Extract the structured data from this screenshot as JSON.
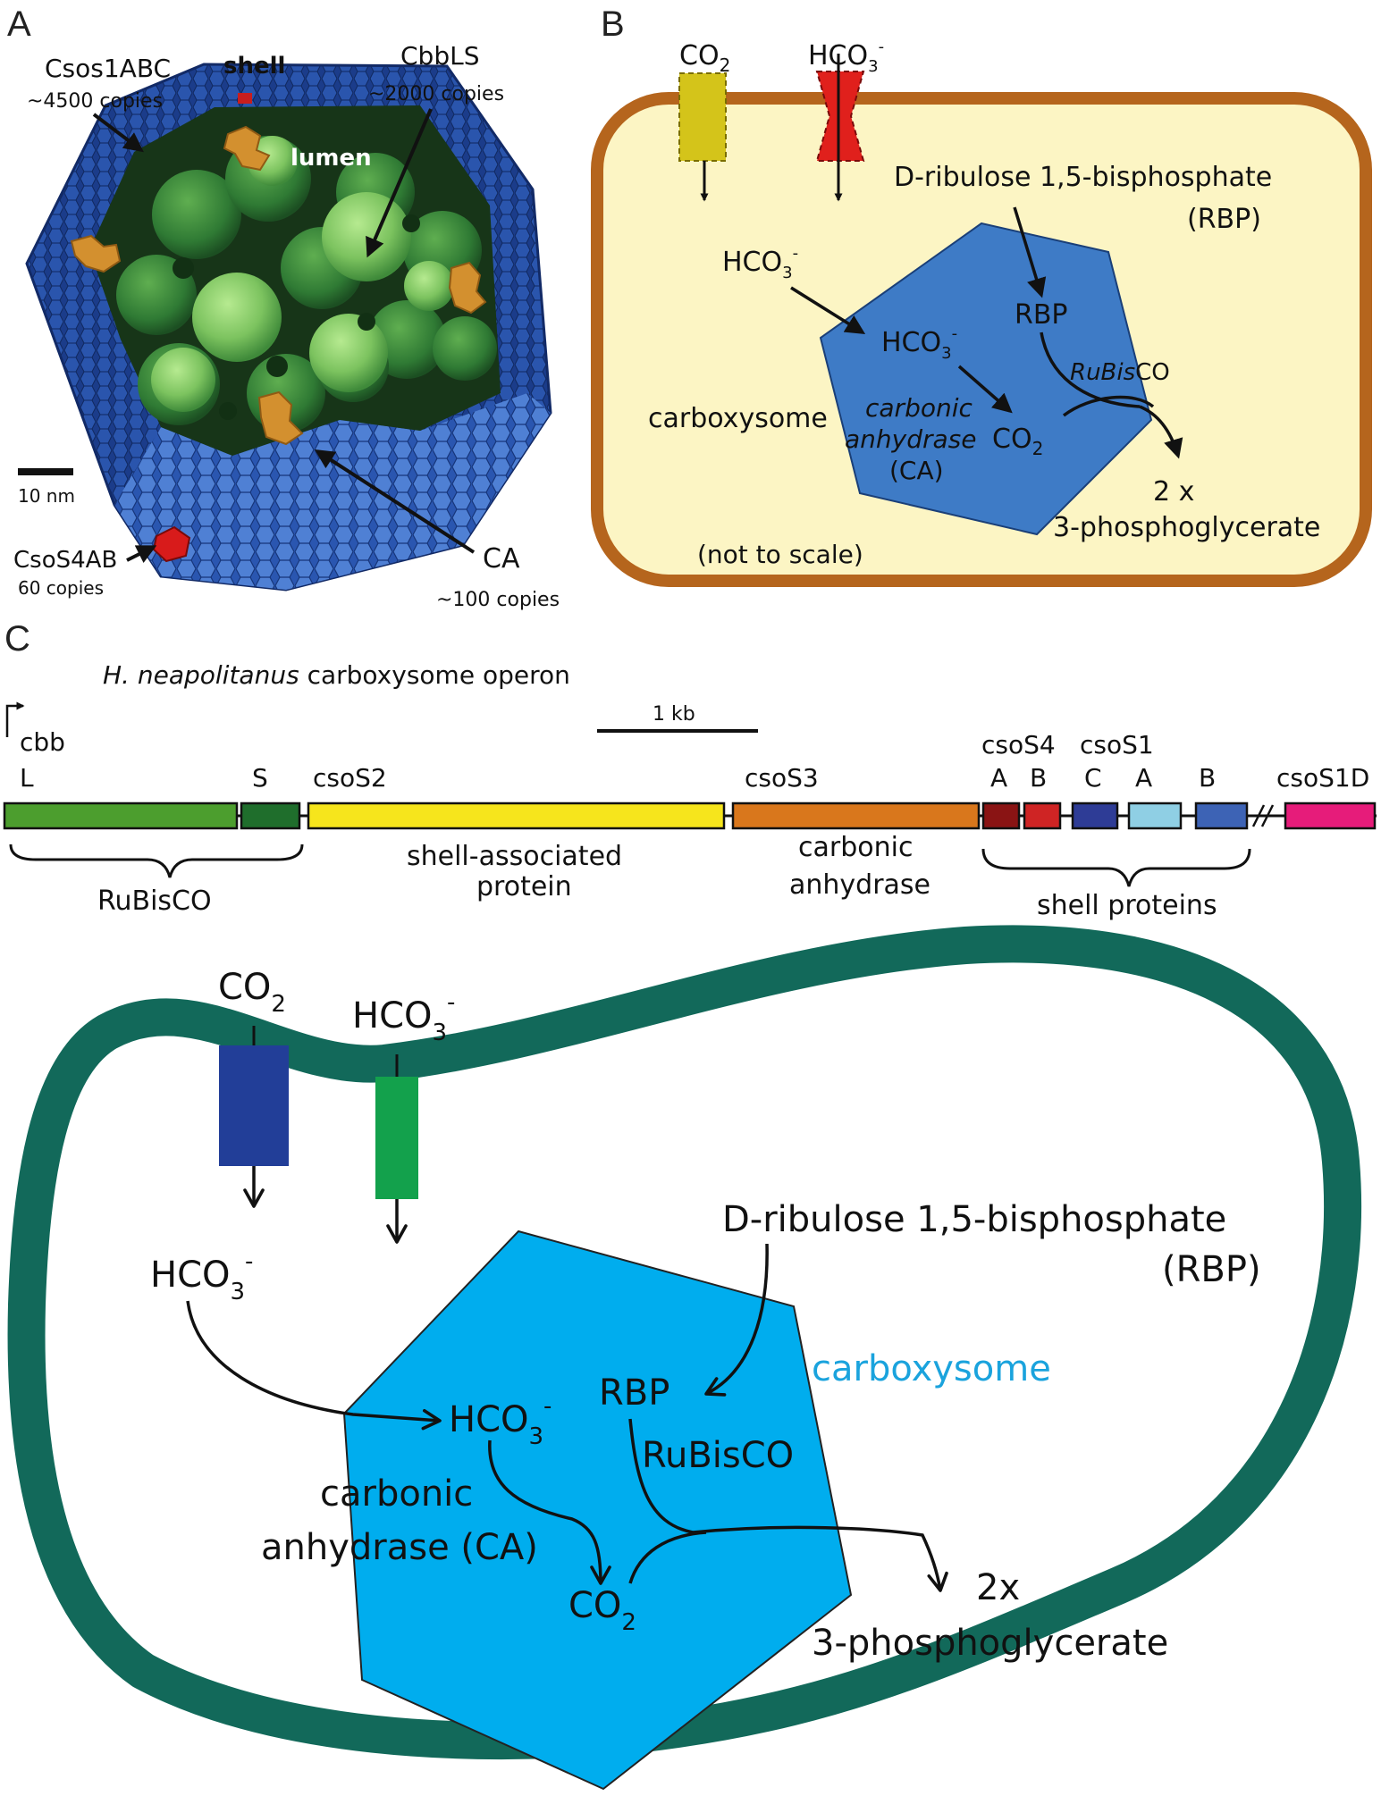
{
  "panels": {
    "a": "A",
    "b": "B",
    "c": "C"
  },
  "panel_a": {
    "shell_protein": "Csos1ABC",
    "shell_protein_copies": "~4500 copies",
    "shell": "shell",
    "lumen": "lumen",
    "rubisco": "CbbLS",
    "rubisco_copies": "~2000 copies",
    "scale": "10 nm",
    "vertex": "CsoS4AB",
    "vertex_copies": "60 copies",
    "ca": "CA",
    "ca_copies": "~100 copies",
    "colors": {
      "shell_dark": "#1c3f8f",
      "shell_light": "#4a78cc",
      "rubisco_dark": "#2f7a34",
      "rubisco_light": "#8dd06e",
      "ca": "#d3902f",
      "vertex": "#d81b1b"
    }
  },
  "panel_b": {
    "co2_base": "CO",
    "co2_sub": "2",
    "hco3_base": "HCO",
    "hco3_sub": "3",
    "hco3_sup": "-",
    "rbp_full": "D-ribulose 1,5-bisphosphate",
    "rbp_abbr": "(RBP)",
    "rbp": "RBP",
    "rubisco_italic": "RuBis",
    "rubisco_plain": "CO",
    "carboxysome": "carboxysome",
    "ca_line1": "carbonic",
    "ca_line2": "anhydrase",
    "ca_abbr": "(CA)",
    "product_count": "2 x",
    "product": "3-phosphoglycerate",
    "scale_note": "(not to scale)",
    "colors": {
      "membrane": "#b5651d",
      "cytoplasm": "#fcf5c4",
      "carboxysome": "#3e7bc6",
      "co2_transporter": "#d4c41a",
      "hco3_transporter": "#e0201c"
    }
  },
  "panel_c": {
    "title_species": "H. neapolitanus",
    "title_rest": " carboxysome operon",
    "promoter": "cbb",
    "scale_bar": "1 kb",
    "genes": [
      {
        "label": "L",
        "color": "#4c9e2e"
      },
      {
        "label": "S",
        "color": "#1f6e2c"
      },
      {
        "label": "csoS2",
        "color": "#f6e51c"
      },
      {
        "label": "csoS3",
        "color": "#d9771c"
      },
      {
        "label": "A",
        "color": "#8a1414"
      },
      {
        "label": "B",
        "color": "#cf2424"
      },
      {
        "label": "C",
        "color": "#2e3c96"
      },
      {
        "label": "A",
        "color": "#8fcfe4"
      },
      {
        "label": "B",
        "color": "#3d63b5"
      },
      {
        "label": "csoS1D",
        "color": "#e61c7a"
      }
    ],
    "group_csoS4": "csoS4",
    "group_csoS1": "csoS1",
    "bracket_rubisco": "RuBisCO",
    "bracket_shell_assoc_1": "shell-associated",
    "bracket_shell_assoc_2": "protein",
    "bracket_ca_1": "carbonic",
    "bracket_ca_2": "anhydrase",
    "bracket_shell": "shell proteins"
  },
  "panel_d": {
    "co2_base": "CO",
    "co2_sub": "2",
    "hco3_base": "HCO",
    "hco3_sub": "3",
    "hco3_sup": "-",
    "rbp_full": "D-ribulose 1,5-bisphosphate",
    "rbp_abbr": "(RBP)",
    "rbp": "RBP",
    "rubisco": "RuBisCO",
    "carboxysome": "carboxysome",
    "ca_line1": "carbonic",
    "ca_line2": "anhydrase (CA)",
    "product_count": "2x",
    "product": "3-phosphoglycerate",
    "colors": {
      "membrane": "#12695a",
      "carboxysome": "#00adee",
      "carboxysome_label": "#1aa3dd",
      "co2_transporter": "#223e98",
      "hco3_transporter": "#13a14c"
    }
  }
}
